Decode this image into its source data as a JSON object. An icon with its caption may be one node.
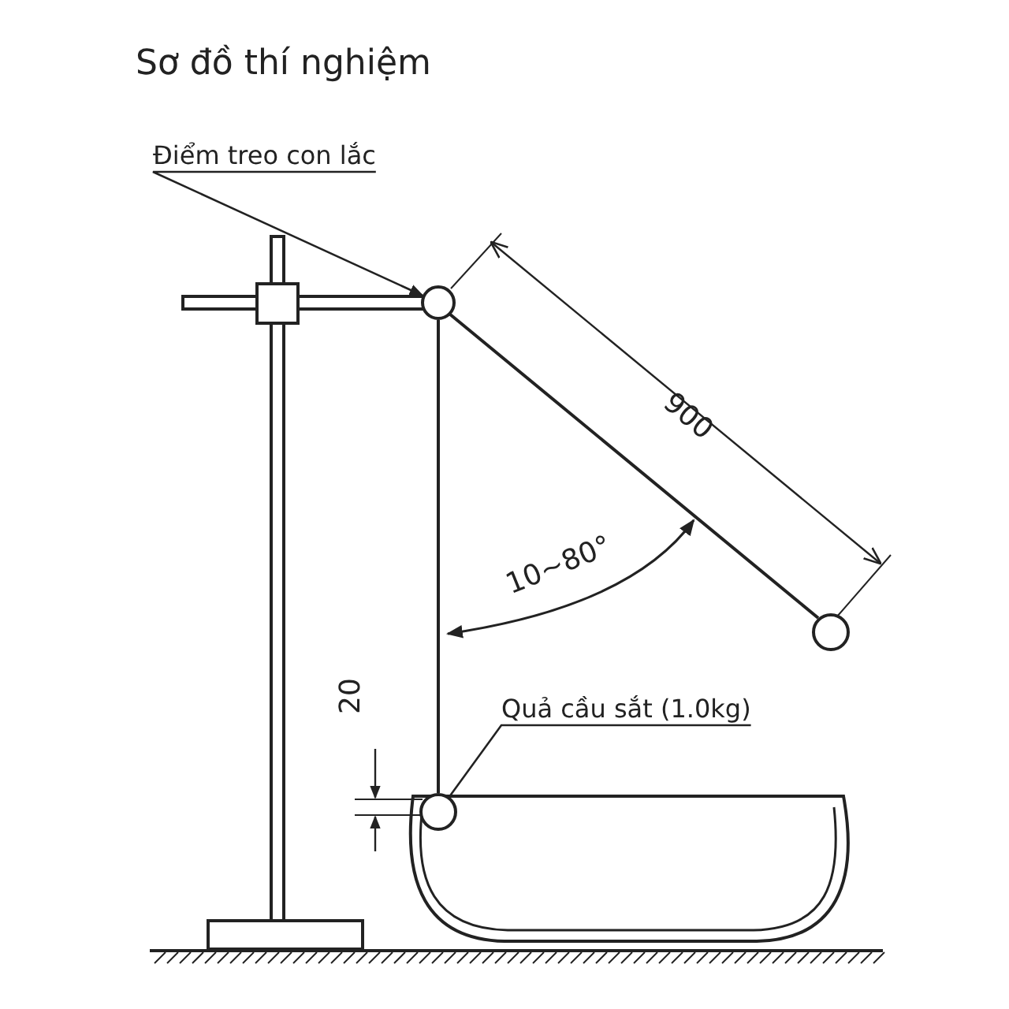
{
  "diagram": {
    "title": "Sơ đồ thí nghiệm",
    "nodes": [
      {
        "text": [
          "Điểm treo con lắc"
        ]
      },
      {
        "text": [],
        "shape": "circle"
      },
      {
        "text": [
          "Quả cầu sắt (1.0kg)"
        ]
      },
      {
        "text": [],
        "shape": "circle"
      }
    ],
    "edges": [
      {
        "from": 0,
        "to": 1,
        "arrow": "to"
      },
      {
        "from": 2,
        "to": 3,
        "arrow": "none"
      },
      {
        "from": 1,
        "to": 3,
        "arrow": "none"
      }
    ],
    "labels": [
      "900",
      "10~80°",
      "20"
    ]
  }
}
